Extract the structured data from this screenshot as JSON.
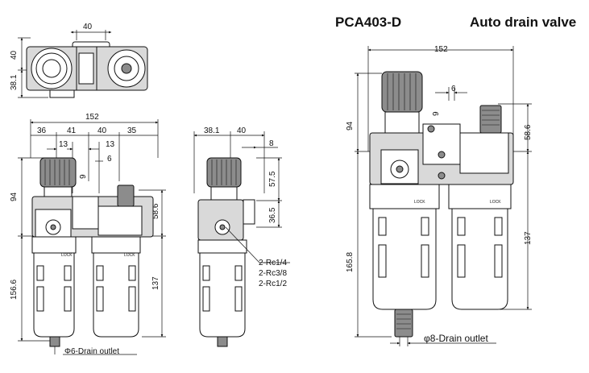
{
  "header": {
    "model": "PCA403-D",
    "variant": "Auto drain valve"
  },
  "top_view": {
    "dims": {
      "width": "40",
      "height_upper": "40",
      "height_lower": "38.1"
    }
  },
  "front_view": {
    "dims": {
      "overall_width": "152",
      "seg_a": "36",
      "seg_b": "41",
      "seg_c": "40",
      "seg_d": "35",
      "offset_left": "13",
      "offset_right": "13",
      "offset_small": "6",
      "offset_tiny": "9",
      "upper_height": "94",
      "lower_height": "156.6",
      "right_upper": "58.6",
      "right_lower": "137"
    },
    "lock_text": "LOCK",
    "drain_label": "Φ6-Drain outlet"
  },
  "side_view": {
    "dims": {
      "width_left": "38.1",
      "width_right": "40",
      "offset": "8",
      "h1": "57.5",
      "h2": "36.5"
    },
    "ports": [
      "2-Rc1/4",
      "2-Rc3/8",
      "2-Rc1/2"
    ]
  },
  "auto_drain_view": {
    "dims": {
      "overall_width": "152",
      "offset_small": "6",
      "offset_tiny": "9",
      "upper_height": "94",
      "lower_height": "165.8",
      "right_upper": "58.6",
      "right_lower": "137"
    },
    "lock_text": "LOCK",
    "drain_label": "φ8-Drain outlet"
  }
}
